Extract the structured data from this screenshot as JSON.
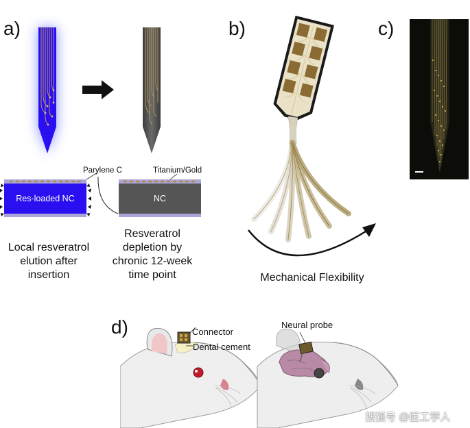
{
  "panels": {
    "a": "a)",
    "b": "b)",
    "c": "c)",
    "d": "d)"
  },
  "panel_a": {
    "parylene_label": "Parylene C",
    "titanium_label": "Titanium/Gold",
    "res_nc_label": "Res-loaded NC",
    "nc_label": "NC",
    "caption_left": [
      "Local resveratrol",
      "elution after",
      "insertion"
    ],
    "caption_right": [
      "Resveratrol",
      "depletion by",
      "chronic 12-week",
      "time point"
    ]
  },
  "panel_b": {
    "caption": "Mechanical Flexibility"
  },
  "panel_d": {
    "connector_label": "Connector",
    "dental_label": "Dental cement",
    "probe_label": "Neural probe"
  },
  "watermark": "搜狐号 @医工学人",
  "colors": {
    "res_blue": "#2a10f0",
    "glow_blue": "#6f7dff",
    "nc_gray": "#555555",
    "parylene": "#a9a5d8",
    "gold": "#b78b3a",
    "probe_brown": "#7a5a2a",
    "rat_fur": "#eeeeee",
    "brain_pink": "#b98aa6",
    "cement_yellow": "#f6f1c4"
  }
}
